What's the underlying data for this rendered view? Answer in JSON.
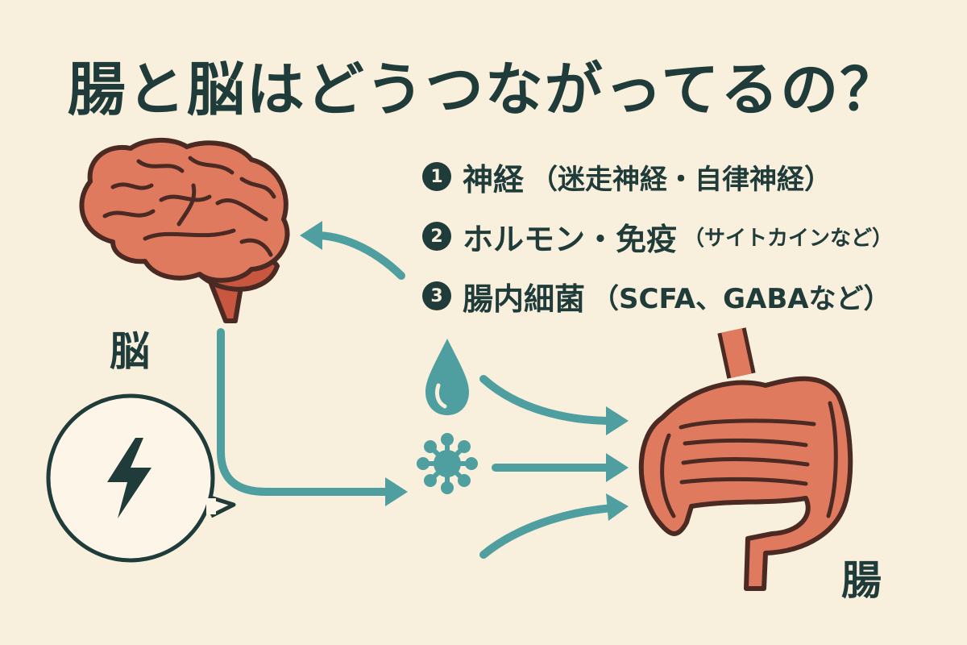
{
  "title": "腸と脳はどうつながってるの？",
  "labels": {
    "brain": "脳",
    "gut": "腸"
  },
  "pathways": [
    {
      "number": "1",
      "name": "神経",
      "detail": "（迷走神経・自律神経）"
    },
    {
      "number": "2",
      "name": "ホルモン・免疫",
      "detail": "（サイトカインなど）"
    },
    {
      "number": "3",
      "name": "腸内細菌",
      "detail": "（SCFA、GABAなど）"
    }
  ],
  "colors": {
    "background": "#f8efdc",
    "organ": "#e07a5f",
    "organ_outline": "#4a2a22",
    "arrow": "#4f9fa0",
    "text": "#1f3b3a"
  },
  "icons": [
    "brain-icon",
    "intestine-icon",
    "lightning-icon",
    "droplet-icon",
    "microbe-icon"
  ]
}
